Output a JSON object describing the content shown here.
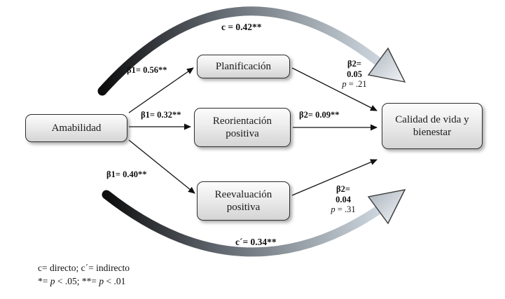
{
  "diagram": {
    "nodes": {
      "predictor": "Amabilidad",
      "mediator1": "Planificación",
      "mediator2": "Reorientación positiva",
      "mediator3": "Reevaluación positiva",
      "outcome": "Calidad de vida y bienestar"
    },
    "paths": {
      "b1_planificacion": "β1= 0.56**",
      "b1_reorientacion": "β1= 0.32**",
      "b1_reevaluacion": "β1= 0.40**",
      "b2_planificacion": {
        "line1": "β2=",
        "line2": "0.05",
        "p_italic": "p",
        "p_value": " = .21"
      },
      "b2_reorientacion": "β2= 0.09**",
      "b2_reevaluacion": {
        "line1": "β2=",
        "line2": "0.04",
        "p_italic": "p",
        "p_value": " = .31"
      },
      "c_direct": "c = 0.42**",
      "c_indirect": "c´= 0.34**"
    },
    "footnote": {
      "line1": "c= directo; c´= indirecto",
      "line2_prefix": "*= ",
      "line2_p1": "p",
      "line2_mid": " < .05; **= ",
      "line2_p2": "p",
      "line2_suffix": " < .01"
    },
    "colors": {
      "box_fill_top": "#fcfcfc",
      "box_fill_bottom": "#d4d4d4",
      "box_border": "#2e2e2e",
      "curved_arrow_dark": "#0d0d0d",
      "curved_arrow_light": "#dbe3ea",
      "straight_arrow": "#111111",
      "text": "#1a1a1a"
    }
  }
}
